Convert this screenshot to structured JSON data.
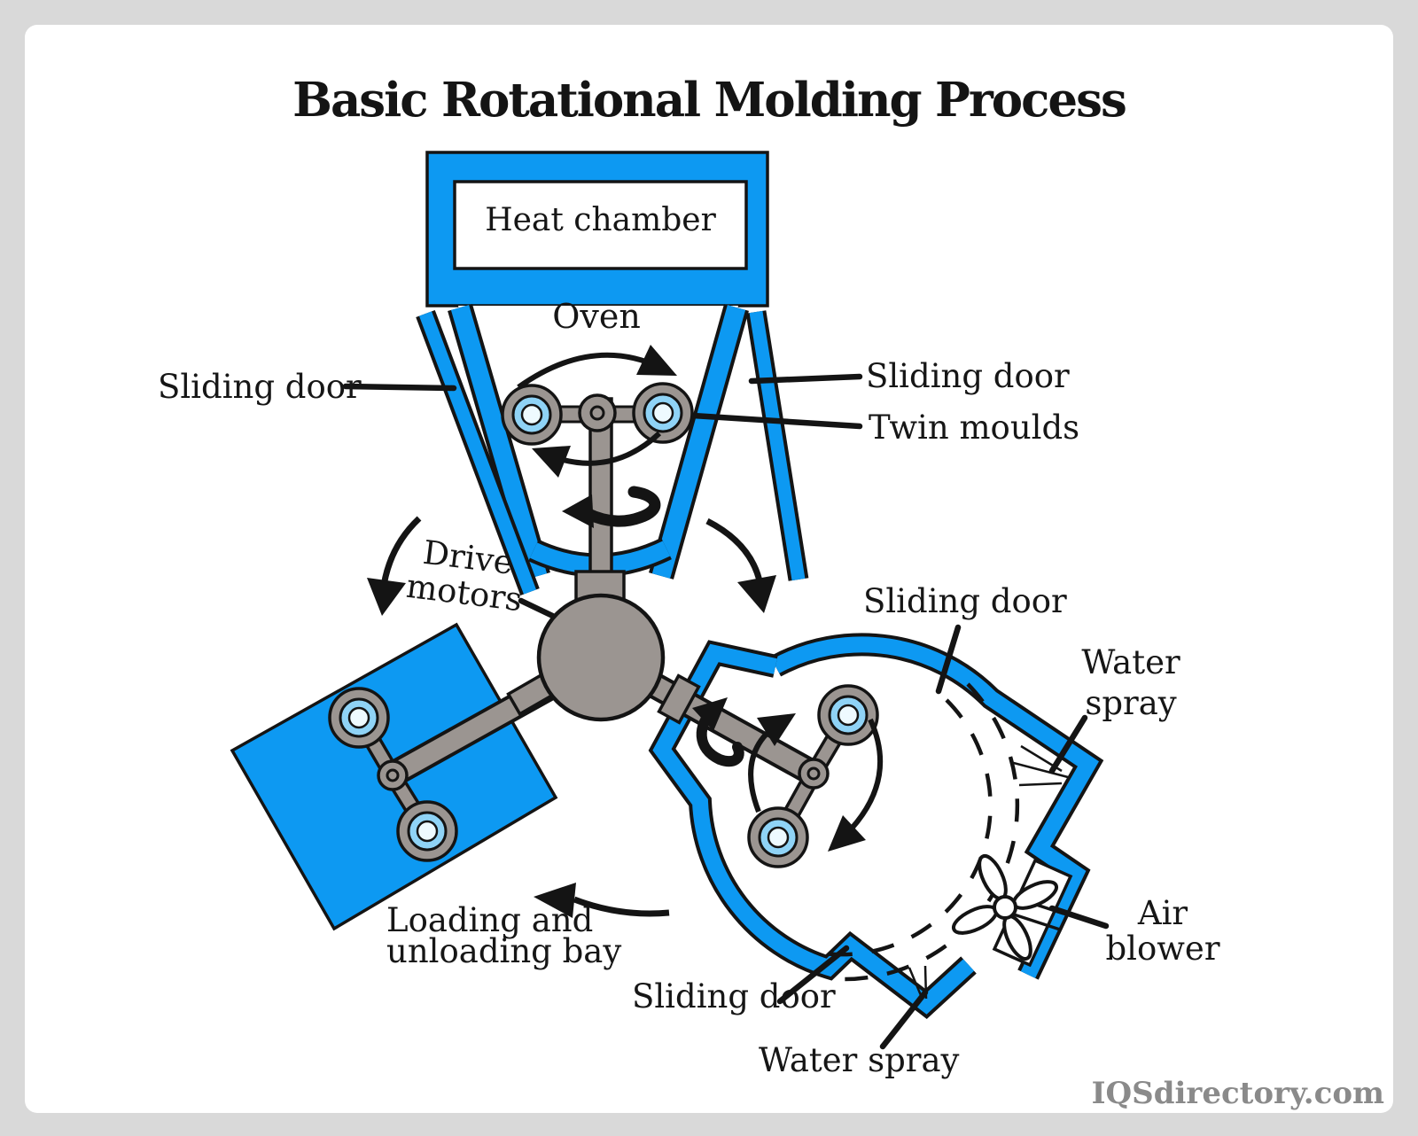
{
  "title": "Basic Rotational Molding Process",
  "watermark": "IQSdirectory.com",
  "colors": {
    "wall_blue": "#0d99f2",
    "mould_ring_blue": "#8fd3f6",
    "mould_core": "#eefaff",
    "machine_gray": "#9b9591",
    "line_black": "#141414",
    "frame_gray": "#d9d9d9",
    "watermark_gray": "#8a8a8a"
  },
  "labels": {
    "heat_chamber": "Heat chamber",
    "oven": "Oven",
    "sliding_door_left": "Sliding door",
    "sliding_door_right": "Sliding door",
    "twin_moulds": "Twin moulds",
    "drive_motors_line1": "Drive",
    "drive_motors_line2": "motors",
    "sliding_door_cooling": "Sliding door",
    "water_spray_right_line1": "Water",
    "water_spray_right_line2": "spray",
    "air_blower_line1": "Air",
    "air_blower_line2": "blower",
    "loading_bay_line1": "Loading and",
    "loading_bay_line2": "unloading bay",
    "sliding_door_bottom": "Sliding door",
    "water_spray_bottom": "Water spray"
  }
}
